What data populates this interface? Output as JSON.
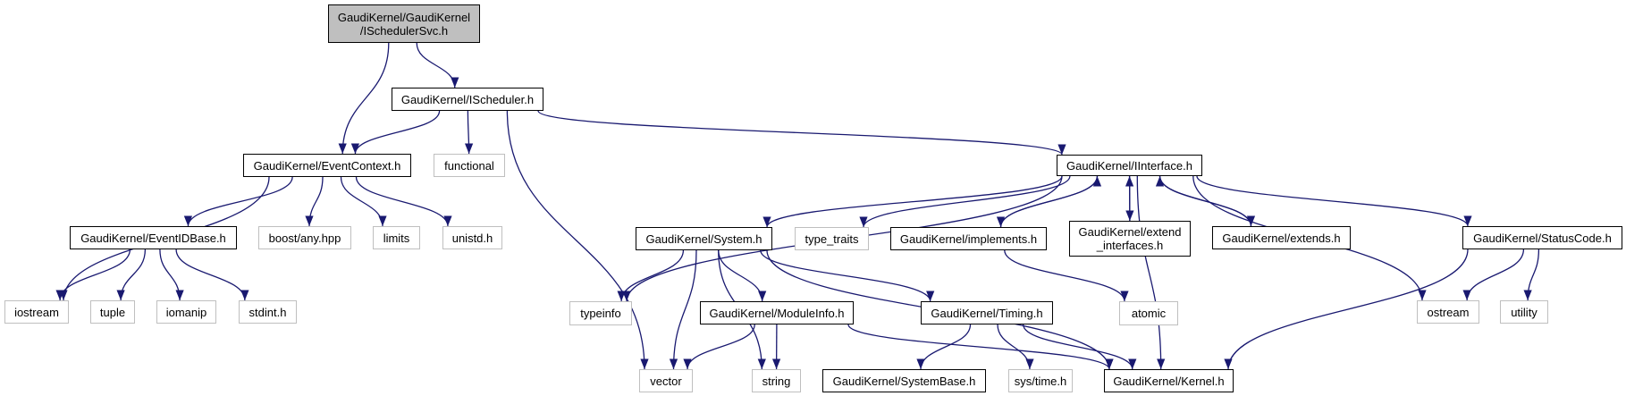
{
  "title": "Include dependency graph for GaudiKernel/GaudiKernel/ISchedulerSvc.h",
  "colors": {
    "edge": "#191970",
    "root_fill": "#bfbfbf",
    "external_border": "#bfbfbf",
    "local_border": "#000000"
  },
  "nodes": [
    {
      "id": "root",
      "label": "GaudiKernel/GaudiKernel\n/ISchedulerSvc.h",
      "kind": "root"
    },
    {
      "id": "ischeduler",
      "label": "GaudiKernel/IScheduler.h",
      "kind": "local"
    },
    {
      "id": "eventcontext",
      "label": "GaudiKernel/EventContext.h",
      "kind": "local"
    },
    {
      "id": "functional",
      "label": "functional",
      "kind": "ext"
    },
    {
      "id": "iinterface",
      "label": "GaudiKernel/IInterface.h",
      "kind": "local"
    },
    {
      "id": "eventidbase",
      "label": "GaudiKernel/EventIDBase.h",
      "kind": "local"
    },
    {
      "id": "boostany",
      "label": "boost/any.hpp",
      "kind": "ext"
    },
    {
      "id": "limits",
      "label": "limits",
      "kind": "ext"
    },
    {
      "id": "unistd",
      "label": "unistd.h",
      "kind": "ext"
    },
    {
      "id": "iostream",
      "label": "iostream",
      "kind": "ext"
    },
    {
      "id": "tuple",
      "label": "tuple",
      "kind": "ext"
    },
    {
      "id": "iomanip",
      "label": "iomanip",
      "kind": "ext"
    },
    {
      "id": "stdint",
      "label": "stdint.h",
      "kind": "ext"
    },
    {
      "id": "system",
      "label": "GaudiKernel/System.h",
      "kind": "local"
    },
    {
      "id": "typetraits",
      "label": "type_traits",
      "kind": "ext"
    },
    {
      "id": "implements",
      "label": "GaudiKernel/implements.h",
      "kind": "local"
    },
    {
      "id": "extendif",
      "label": "GaudiKernel/extend\n_interfaces.h",
      "kind": "local"
    },
    {
      "id": "extends",
      "label": "GaudiKernel/extends.h",
      "kind": "local"
    },
    {
      "id": "statuscode",
      "label": "GaudiKernel/StatusCode.h",
      "kind": "local"
    },
    {
      "id": "typeinfo",
      "label": "typeinfo",
      "kind": "ext"
    },
    {
      "id": "moduleinfo",
      "label": "GaudiKernel/ModuleInfo.h",
      "kind": "local"
    },
    {
      "id": "timing",
      "label": "GaudiKernel/Timing.h",
      "kind": "local"
    },
    {
      "id": "atomic",
      "label": "atomic",
      "kind": "ext"
    },
    {
      "id": "ostream",
      "label": "ostream",
      "kind": "ext"
    },
    {
      "id": "utility",
      "label": "utility",
      "kind": "ext"
    },
    {
      "id": "vector",
      "label": "vector",
      "kind": "ext"
    },
    {
      "id": "string",
      "label": "string",
      "kind": "ext"
    },
    {
      "id": "systembase",
      "label": "GaudiKernel/SystemBase.h",
      "kind": "local"
    },
    {
      "id": "systime",
      "label": "sys/time.h",
      "kind": "ext"
    },
    {
      "id": "kernel",
      "label": "GaudiKernel/Kernel.h",
      "kind": "local"
    }
  ],
  "edges": [
    [
      "root",
      "eventcontext"
    ],
    [
      "root",
      "ischeduler"
    ],
    [
      "ischeduler",
      "eventcontext"
    ],
    [
      "ischeduler",
      "functional"
    ],
    [
      "ischeduler",
      "iinterface"
    ],
    [
      "ischeduler",
      "vector"
    ],
    [
      "eventcontext",
      "eventidbase"
    ],
    [
      "eventcontext",
      "boostany"
    ],
    [
      "eventcontext",
      "limits"
    ],
    [
      "eventcontext",
      "unistd"
    ],
    [
      "eventcontext",
      "iostream"
    ],
    [
      "eventidbase",
      "iostream"
    ],
    [
      "eventidbase",
      "tuple"
    ],
    [
      "eventidbase",
      "iomanip"
    ],
    [
      "eventidbase",
      "stdint"
    ],
    [
      "iinterface",
      "system"
    ],
    [
      "iinterface",
      "typetraits"
    ],
    [
      "iinterface",
      "implements"
    ],
    [
      "iinterface",
      "extendif"
    ],
    [
      "iinterface",
      "extends"
    ],
    [
      "iinterface",
      "statuscode"
    ],
    [
      "iinterface",
      "typeinfo"
    ],
    [
      "iinterface",
      "ostream"
    ],
    [
      "iinterface",
      "kernel"
    ],
    [
      "implements",
      "iinterface"
    ],
    [
      "extendif",
      "iinterface"
    ],
    [
      "extends",
      "iinterface"
    ],
    [
      "implements",
      "atomic"
    ],
    [
      "system",
      "typeinfo"
    ],
    [
      "system",
      "vector"
    ],
    [
      "system",
      "moduleinfo"
    ],
    [
      "system",
      "string"
    ],
    [
      "system",
      "timing"
    ],
    [
      "system",
      "kernel"
    ],
    [
      "moduleinfo",
      "vector"
    ],
    [
      "moduleinfo",
      "string"
    ],
    [
      "moduleinfo",
      "kernel"
    ],
    [
      "timing",
      "systembase"
    ],
    [
      "timing",
      "systime"
    ],
    [
      "timing",
      "kernel"
    ],
    [
      "statuscode",
      "ostream"
    ],
    [
      "statuscode",
      "utility"
    ],
    [
      "statuscode",
      "kernel"
    ]
  ]
}
